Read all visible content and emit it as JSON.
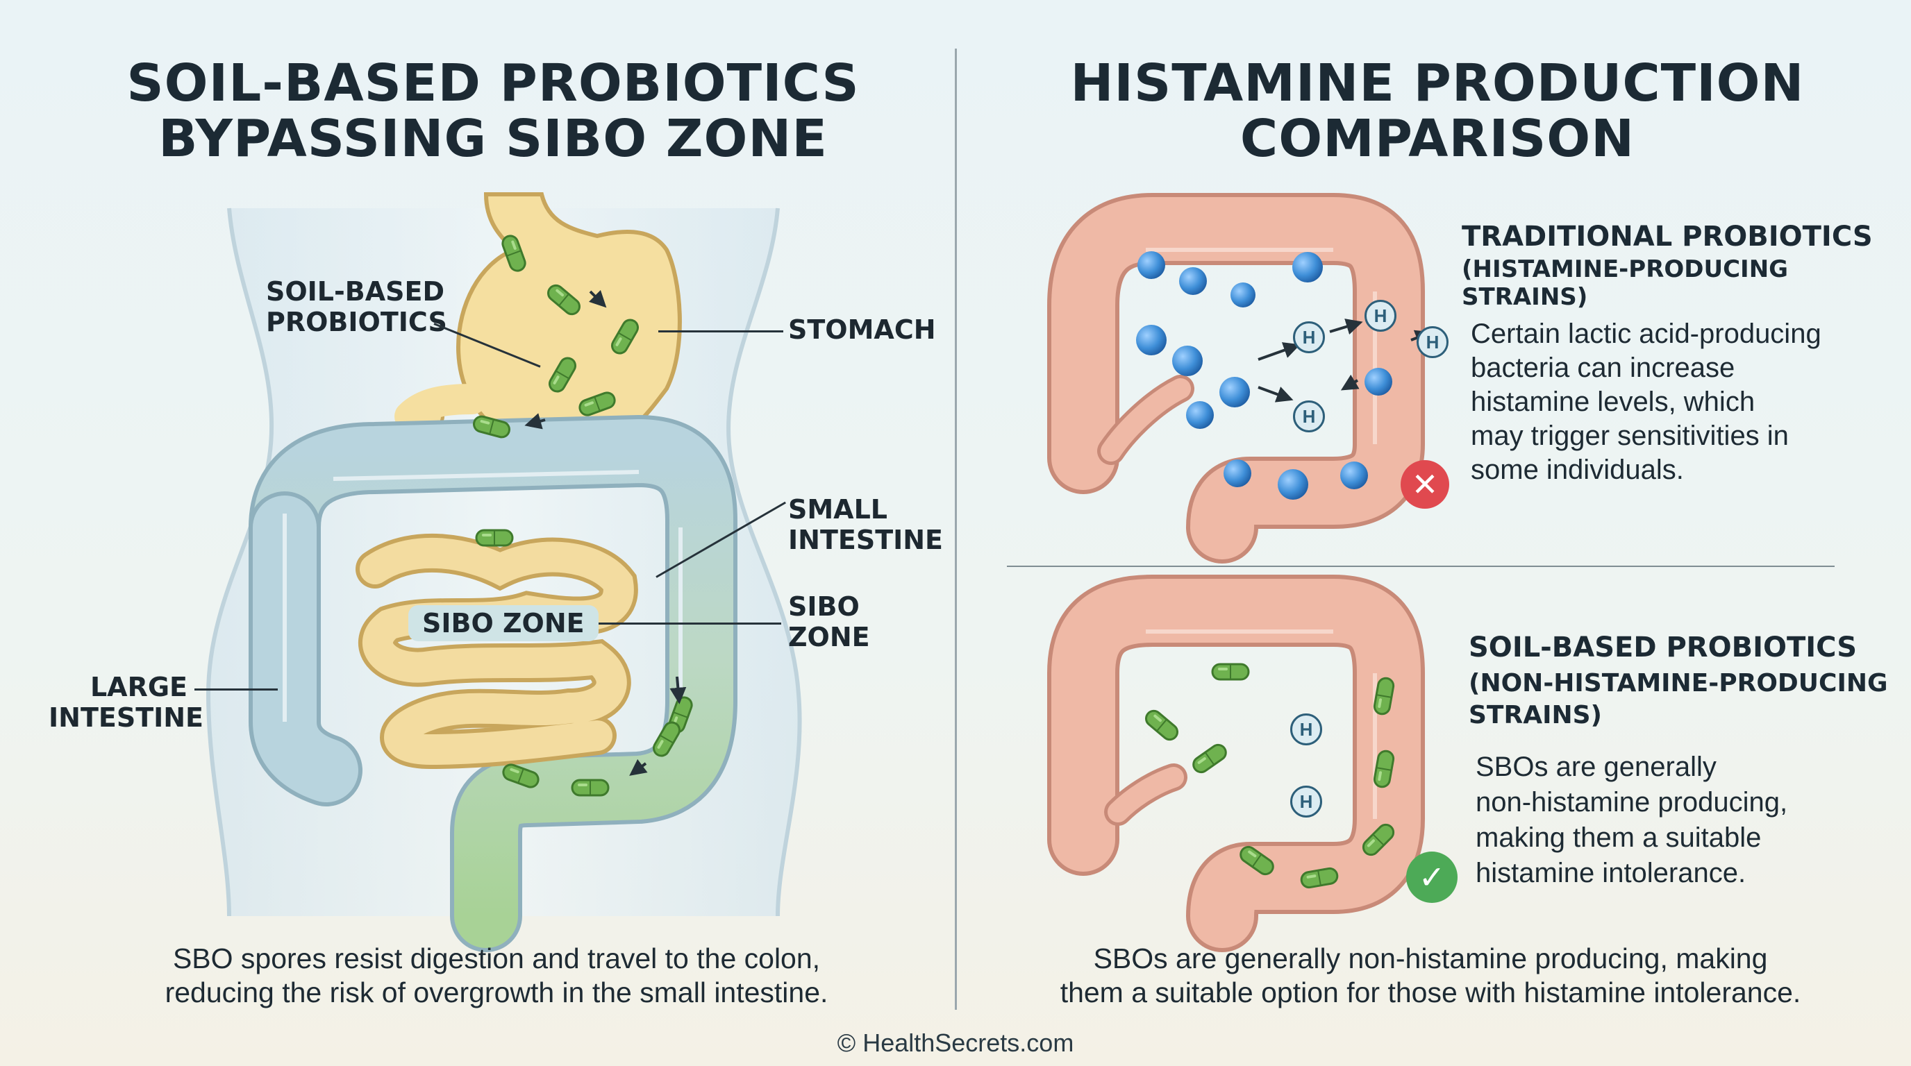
{
  "left": {
    "title_line1": "SOIL-BASED PROBIOTICS",
    "title_line2": "BYPASSING SIBO ZONE",
    "labels": {
      "soil_line1": "SOIL-BASED",
      "soil_line2": "PROBIOTICS",
      "stomach": "STOMACH",
      "small_line1": "SMALL",
      "small_line2": "INTESTINE",
      "sibo_line1": "SIBO",
      "sibo_line2": "ZONE",
      "sibo_box": "SIBO ZONE",
      "large_line1": "LARGE",
      "large_line2": "INTESTINE"
    },
    "caption_line1": "SBO spores resist digestion and travel to the colon,",
    "caption_line2": "reducing the risk of overgrowth in the small intestine."
  },
  "right": {
    "title_line1": "HISTAMINE PRODUCTION",
    "title_line2": "COMPARISON",
    "traditional": {
      "heading": "TRADITIONAL PROBIOTICS",
      "subheading": "(HISTAMINE-PRODUCING STRAINS)",
      "body": [
        "Certain lactic acid-producing",
        "bacteria can increase",
        "histamine levels, which",
        "may trigger sensitivities in",
        "some individuals."
      ]
    },
    "soil": {
      "heading": "SOIL-BASED PROBIOTICS",
      "subheading": [
        "(NON-HISTAMINE-PRODUCING",
        "STRAINS)"
      ],
      "body": [
        "SBOs are generally",
        "non-histamine producing,",
        "making them a suitable",
        "histamine intolerance."
      ]
    },
    "histamine_symbol": "H",
    "caption_line1": "SBOs are generally non-histamine producing, making",
    "caption_line2": "them a suitable option for those with histamine intolerance."
  },
  "footer": "© HealthSecrets.com",
  "colors": {
    "stomach": "#f5dfa0",
    "large_intestine": "#b8d4de",
    "small_intestine": "#f3dca0",
    "colon_pink": "#efb9a6",
    "probiotic_green": "#6fb24f",
    "bacteria_blue": "#3f8fd8",
    "bad_mark": "#e0494f",
    "good_mark": "#4daa57"
  }
}
